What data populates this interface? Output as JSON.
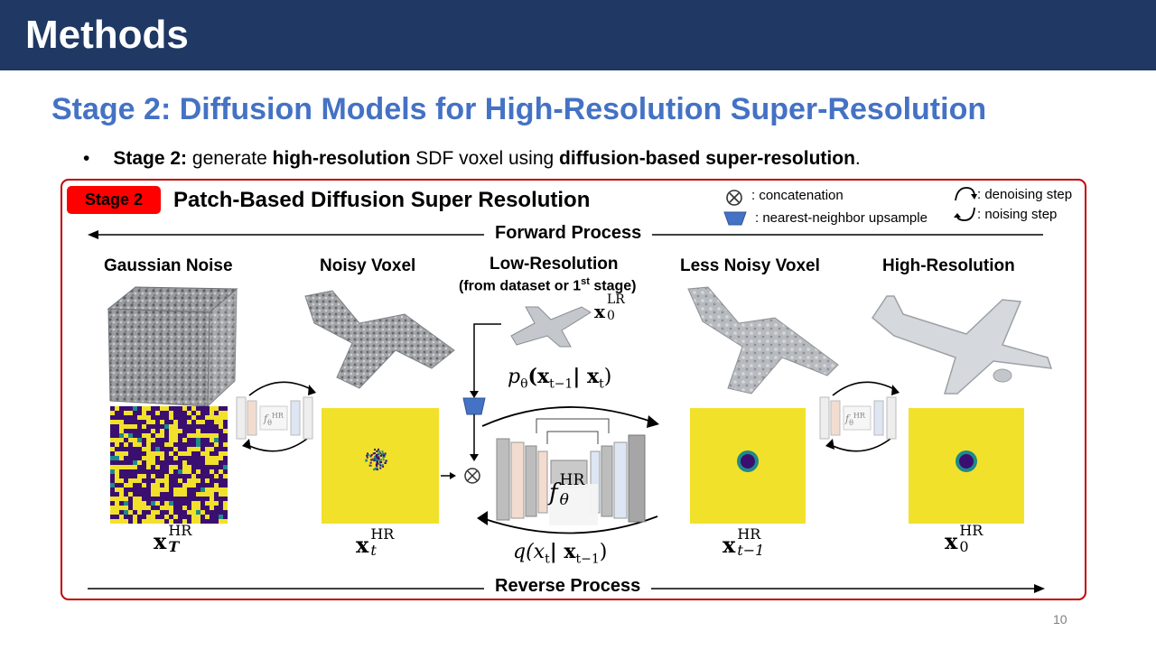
{
  "header": {
    "title": "Methods"
  },
  "subtitle": "Stage 2: Diffusion Models for High-Resolution Super-Resolution",
  "bullet": {
    "symbol": "•",
    "part1_bold": "Stage 2:",
    "part2": " generate ",
    "part3_bold": "high-resolution",
    "part4": " SDF voxel using ",
    "part5_bold": "diffusion-based super-resolution",
    "part6": "."
  },
  "panel": {
    "badge": "Stage 2",
    "title": "Patch-Based Diffusion Super Resolution",
    "border_color": "#c00000"
  },
  "legend": {
    "concat_symbol": "⊗",
    "concat": ": concatenation",
    "upsample": ": nearest-neighbor upsample",
    "denoise": ": denoising step",
    "noise": ": noising step"
  },
  "process": {
    "forward": "Forward Process",
    "reverse": "Reverse Process"
  },
  "columns": {
    "gaussian": "Gaussian Noise",
    "noisy": "Noisy Voxel",
    "lowres": "Low-Resolution",
    "lowres_sub_a": "(from dataset or 1",
    "lowres_sub_sup": "st",
    "lowres_sub_b": " stage)",
    "lessnoisy": "Less Noisy Voxel",
    "highres": "High-Resolution"
  },
  "math": {
    "x_T": {
      "base": "x",
      "sup": "HR",
      "sub": "T"
    },
    "x_t": {
      "base": "x",
      "sup": "HR",
      "sub": "t"
    },
    "x_t1": {
      "base": "x",
      "sup": "HR",
      "sub": "t−1"
    },
    "x_0": {
      "base": "x",
      "sup": "HR",
      "sub": "0"
    },
    "x_0_lr": {
      "base": "x",
      "sup": "LR",
      "sub": "0"
    },
    "p_theta": "p",
    "p_theta_sub": "θ",
    "p_args": "(x",
    "p_args_sub1": "t−1",
    "p_args_mid": "| x",
    "p_args_sub2": "t",
    "p_args_end": ")",
    "q": "q(x",
    "q_sub1": "t",
    "q_mid": "| x",
    "q_sub2": "t−1",
    "q_end": ")",
    "f_base": "f",
    "f_sup": "HR",
    "f_sub": "θ"
  },
  "colors": {
    "header_bg": "#1f3864",
    "subtitle": "#4472c4",
    "heat_yellow": "#f2e12b",
    "heat_purple": "#3b0f70",
    "heat_teal": "#1f8a8a",
    "upsample_blue": "#4472c4"
  },
  "page_number": "10"
}
